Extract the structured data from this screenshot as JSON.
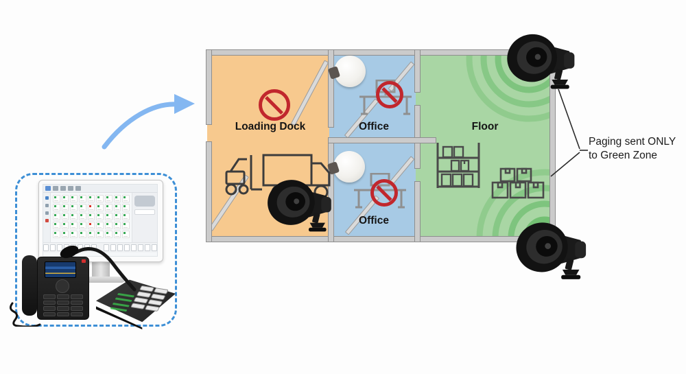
{
  "colors": {
    "zoneOrange": "#F7C98E",
    "zoneBlue": "#A7CAE5",
    "zoneGreen": "#A9D6A4",
    "wallFill": "#CBCBCB",
    "wallEdge": "#8E8E8E",
    "noRed": "#C1272D",
    "waveGreen": "#4CAF50",
    "arrowBlue": "#84B7F1",
    "boxBlue": "#3D8FD6",
    "textDark": "#1B1B1B"
  },
  "floorplan": {
    "zones": [
      {
        "id": "loading-dock",
        "label": "Loading Dock",
        "paging": false
      },
      {
        "id": "office-top",
        "label": "Office",
        "paging": false
      },
      {
        "id": "office-bottom",
        "label": "Office",
        "paging": false
      },
      {
        "id": "floor",
        "label": "Floor",
        "paging": true
      }
    ]
  },
  "callout": {
    "line1": "Paging sent ONLY",
    "line2": "to Green Zone"
  },
  "icons": {
    "horn_speaker": "horn-speaker-icon",
    "ceiling_speaker": "dome-ceiling-speaker-icon",
    "prohibited": "no-paging-icon",
    "forklift": "forklift-icon",
    "truck": "box-truck-icon",
    "desk": "office-desk-icon",
    "shelf": "warehouse-shelf-icon",
    "boxes": "box-stack-icon",
    "sound_waves": "sound-waves-icon",
    "arrow": "flow-arrow-icon"
  }
}
